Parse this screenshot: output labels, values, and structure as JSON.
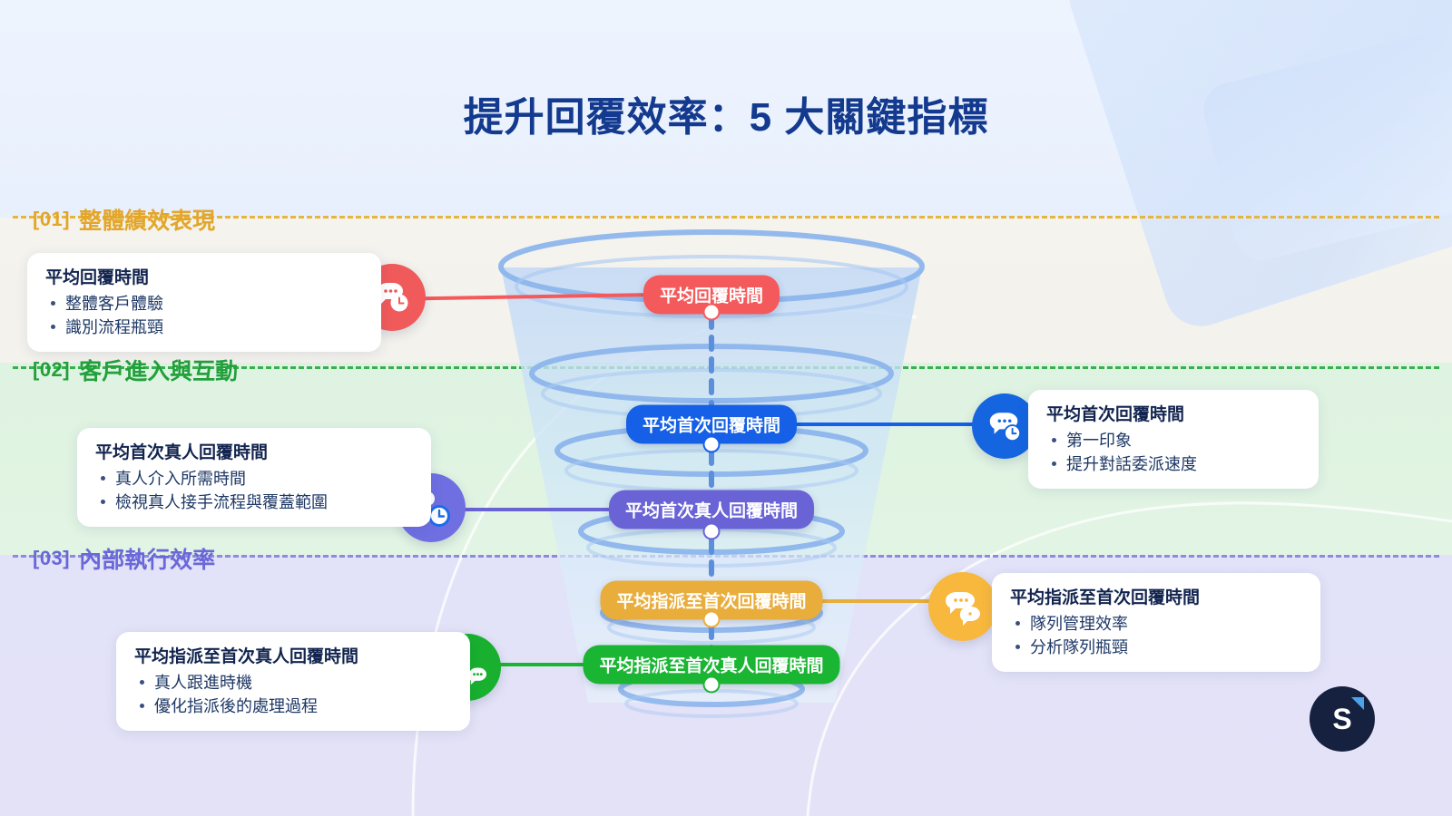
{
  "title": "提升回覆效率：5 大關鍵指標",
  "sections": [
    {
      "num": "[01]",
      "title": "整體績效表現",
      "color": "#e3a62a"
    },
    {
      "num": "[02]",
      "title": "客戶進入與互動",
      "color": "#22a03c"
    },
    {
      "num": "[03]",
      "title": "內部執行效率",
      "color": "#6a68d8"
    }
  ],
  "funnel": {
    "stages": [
      {
        "label": "平均回覆時間",
        "color": "#f4595b"
      },
      {
        "label": "平均首次回覆時間",
        "color": "#1560e6"
      },
      {
        "label": "平均首次真人回覆時間",
        "color": "#6a63d6"
      },
      {
        "label": "平均指派至首次回覆時間",
        "color": "#e9ad3b"
      },
      {
        "label": "平均指派至首次真人回覆時間",
        "color": "#1bb534"
      }
    ]
  },
  "cards": [
    {
      "title": "平均回覆時間",
      "bullets": [
        "整體客戶體驗",
        "識別流程瓶頸"
      ],
      "icon": "chat-bubble-clock-icon",
      "accent": "#f05a5a"
    },
    {
      "title": "平均首次真人回覆時間",
      "bullets": [
        "真人介入所需時間",
        "檢視真人接手流程與覆蓋範圍"
      ],
      "icon": "person-clock-icon",
      "accent": "#6f6fe2"
    },
    {
      "title": "平均首次回覆時間",
      "bullets": [
        "第一印象",
        "提升對話委派速度"
      ],
      "icon": "chat-bubble-clock-blue-icon",
      "accent": "#1565e0"
    },
    {
      "title": "平均指派至首次真人回覆時間",
      "bullets": [
        "真人跟進時機",
        "優化指派後的處理過程"
      ],
      "icon": "person-chat-icon",
      "accent": "#18b02e"
    },
    {
      "title": "平均指派至首次回覆時間",
      "bullets": [
        "隊列管理效率",
        "分析隊列瓶頸"
      ],
      "icon": "double-chat-bubble-icon",
      "accent": "#f8b83e"
    }
  ],
  "brand": {
    "letter": "S"
  }
}
